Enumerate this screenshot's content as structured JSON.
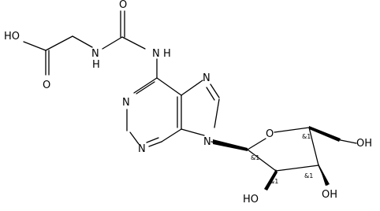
{
  "molecule": {
    "labels": {
      "acid_oh": "HO",
      "acid_o": "O",
      "urea_nh_left": "N",
      "urea_h_left": "H",
      "urea_o": "O",
      "urea_nh_right": "N",
      "urea_h_right": "H",
      "n7": "N",
      "n1": "N",
      "n3": "N",
      "n9": "N",
      "ring_o": "O",
      "oh_ch2": "OH",
      "oh_2": "HO",
      "oh_3": "OH"
    },
    "stereo": {
      "c1": "&1",
      "c2": "&1",
      "c3": "&1",
      "c4": "&1"
    }
  }
}
